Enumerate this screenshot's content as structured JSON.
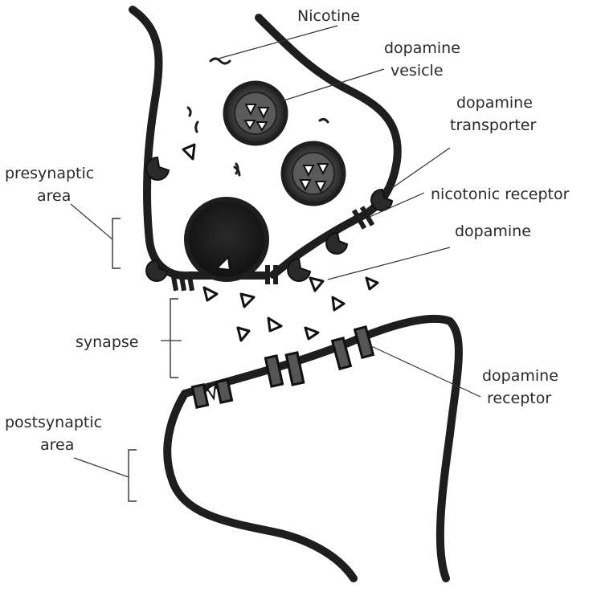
{
  "labels": {
    "nicotine": "Nicotine",
    "dopamine_vesicle_1": "dopamine",
    "dopamine_vesicle_2": "vesicle",
    "dopamine_transporter_1": "dopamine",
    "dopamine_transporter_2": "transporter",
    "presynaptic_1": "presynaptic",
    "presynaptic_2": "area",
    "nicotonic_receptor": "nicotonic receptor",
    "dopamine": "dopamine",
    "synapse": "synapse",
    "dopamine_receptor_1": "dopamine",
    "dopamine_receptor_2": "receptor",
    "postsynaptic_1": "postsynaptic",
    "postsynaptic_2": "area"
  },
  "colors": {
    "ink": "#1e1e1e",
    "vesicle_fill": "#4a4a4a",
    "label_text": "#2a2a2a"
  }
}
